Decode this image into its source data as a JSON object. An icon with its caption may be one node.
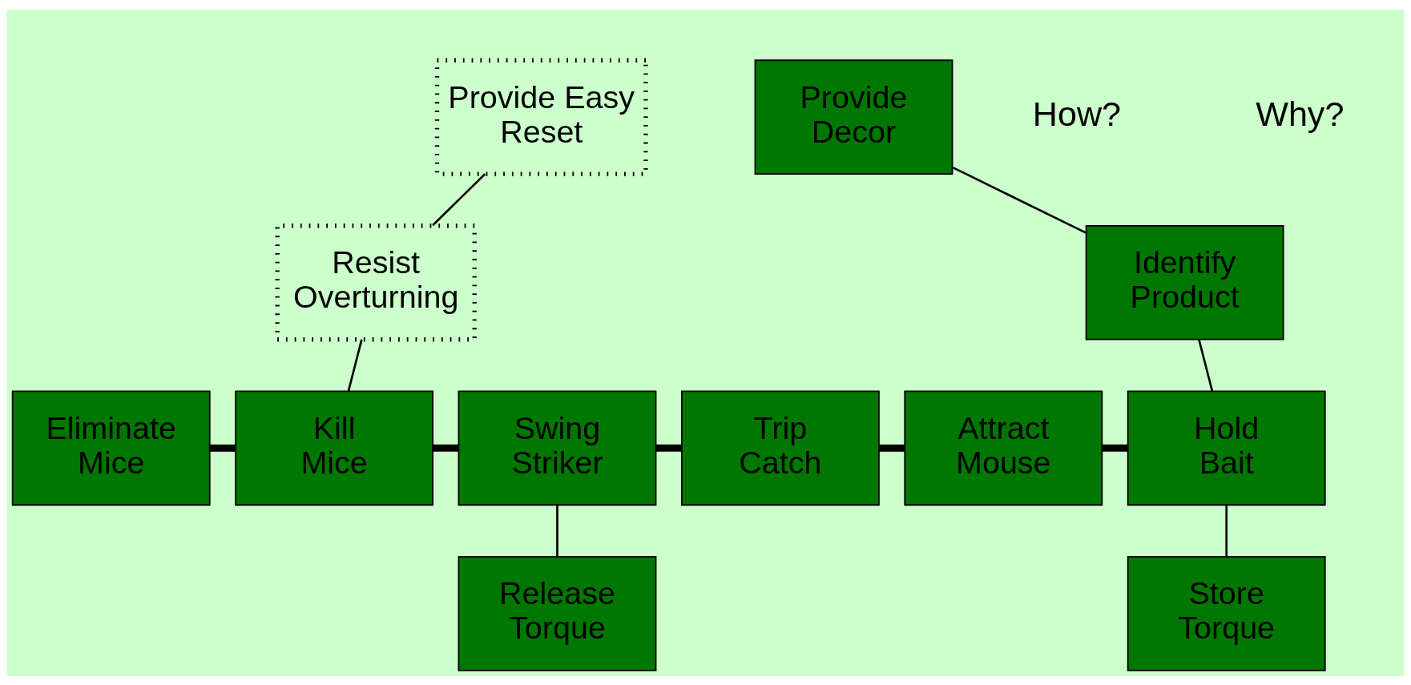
{
  "diagram": {
    "nodes": [
      {
        "text": [
          "Provide Easy Reset"
        ]
      },
      {
        "text": [
          "Provide Decor"
        ]
      },
      {
        "text": [
          "Resist Overturning"
        ]
      },
      {
        "text": [
          "Identify Product"
        ]
      },
      {
        "text": [
          "Eliminate Mice"
        ]
      },
      {
        "text": [
          "Kill Mice"
        ]
      },
      {
        "text": [
          "Swing Striker"
        ]
      },
      {
        "text": [
          "Trip Catch"
        ]
      },
      {
        "text": [
          "Attract Mouse"
        ]
      },
      {
        "text": [
          "Hold Bait"
        ]
      },
      {
        "text": [
          "Release Torque"
        ]
      },
      {
        "text": [
          "Store Torque"
        ]
      }
    ],
    "edges": [
      {
        "from": 4,
        "to": 5,
        "arrow": "none",
        "style": "thick"
      },
      {
        "from": 5,
        "to": 6,
        "arrow": "none",
        "style": "thick"
      },
      {
        "from": 6,
        "to": 7,
        "arrow": "none",
        "style": "thick"
      },
      {
        "from": 7,
        "to": 8,
        "arrow": "none",
        "style": "thick"
      },
      {
        "from": 8,
        "to": 9,
        "arrow": "none",
        "style": "thick"
      },
      {
        "from": 0,
        "to": 2,
        "arrow": "none"
      },
      {
        "from": 2,
        "to": 5,
        "arrow": "none"
      },
      {
        "from": 1,
        "to": 3,
        "arrow": "none"
      },
      {
        "from": 3,
        "to": 9,
        "arrow": "none"
      },
      {
        "from": 6,
        "to": 10,
        "arrow": "none"
      },
      {
        "from": 9,
        "to": 11,
        "arrow": "none"
      }
    ],
    "labels": [
      "How?",
      "Why?"
    ]
  }
}
